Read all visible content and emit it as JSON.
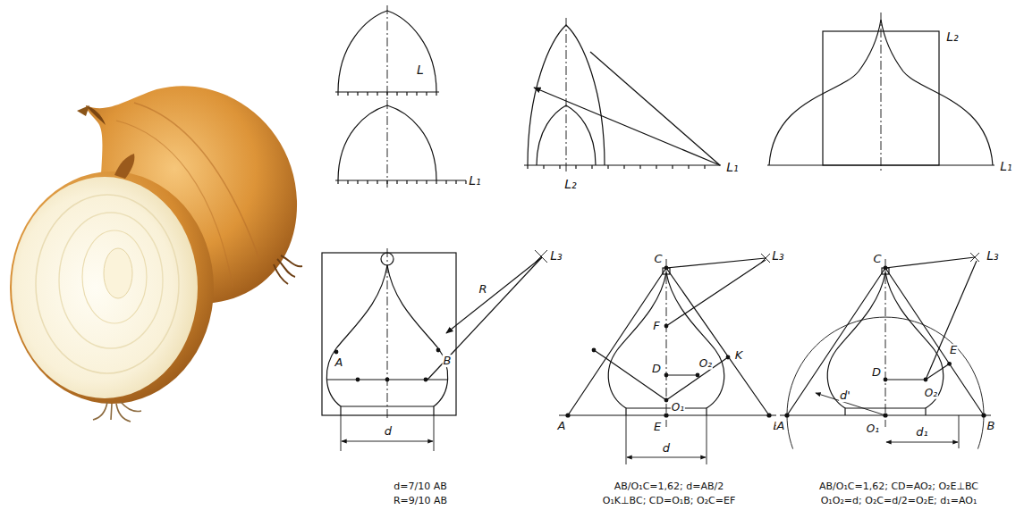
{
  "diagram": {
    "labels": [
      "L",
      "L₁",
      "L₁",
      "L₂",
      "L₂",
      "L₁",
      "R",
      "A",
      "B",
      "d",
      "L₃",
      "d=7/10 AB",
      "R=9/10 AB",
      "L₃",
      "C",
      "F",
      "D",
      "K",
      "O₂",
      "O₁",
      "A",
      "B",
      "E",
      "d",
      "AB/O₁C=1,62; d=AB/2",
      "O₁K⊥BC; CD=O₁B; O₂C=EF",
      "L₃",
      "C",
      "E",
      "D",
      "O₂",
      "A",
      "B",
      "d'",
      "O₁",
      "d₁",
      "AB/O₁C=1,62; CD=AO₂; O₂E⊥BC",
      "O₁O₂=d; O₂C=d/2=O₂E; d₁=AO₁"
    ]
  }
}
